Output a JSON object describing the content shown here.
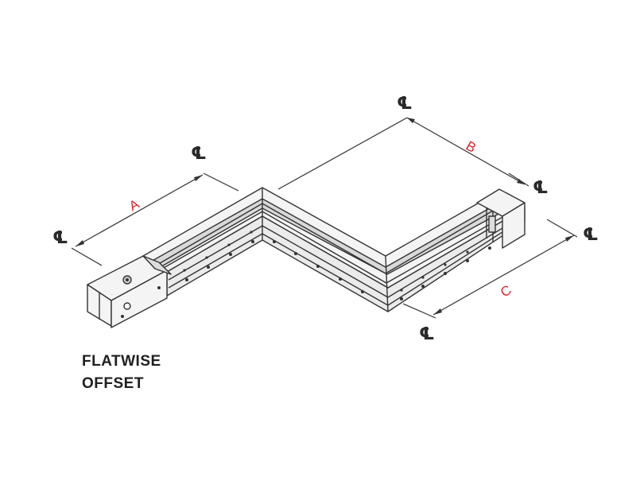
{
  "diagram": {
    "caption_line1": "FLATWISE",
    "caption_line2": "OFFSET",
    "dimension_labels": {
      "a": "A",
      "b": "B",
      "c": "C"
    },
    "centerline_symbol": "℄",
    "colors": {
      "line": "#333333",
      "dimension_text": "#e0242a",
      "housing_fill": "#f4f4f4",
      "rail_fill": "#dcdcdc"
    }
  }
}
